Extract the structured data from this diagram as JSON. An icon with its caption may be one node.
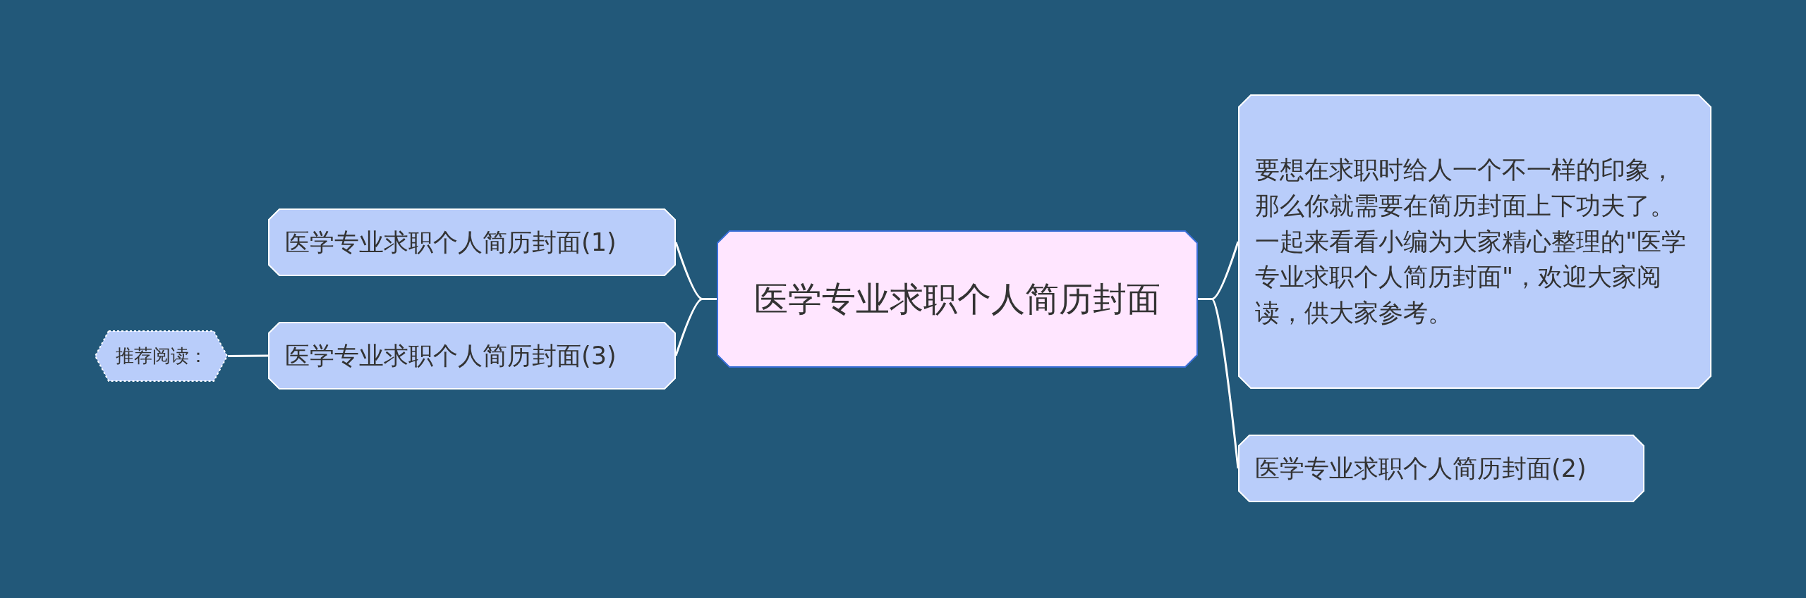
{
  "diagram": {
    "nodes": [
      {
        "text": [
          "医学专业求职个人简历封面"
        ]
      },
      {
        "text": [
          "要想在求职时给人一个不一样的印象，那么你就需要在简历封面上下功夫了。一起来看看小编为大家精心整理的\"医学专业求职个人简历封面\"，欢迎大家阅读，供大家参考。"
        ]
      },
      {
        "text": [
          "医学专业求职个人简历封面(2)"
        ]
      },
      {
        "text": [
          "医学专业求职个人简历封面(1)"
        ]
      },
      {
        "text": [
          "医学专业求职个人简历封面(3)"
        ]
      },
      {
        "text": [
          "推荐阅读："
        ]
      }
    ],
    "edges": [
      {
        "from": 0,
        "to": 1,
        "arrow": "none"
      },
      {
        "from": 0,
        "to": 2,
        "arrow": "none"
      },
      {
        "from": 0,
        "to": 3,
        "arrow": "none"
      },
      {
        "from": 0,
        "to": 4,
        "arrow": "none"
      },
      {
        "from": 4,
        "to": 5,
        "arrow": "none"
      }
    ]
  }
}
